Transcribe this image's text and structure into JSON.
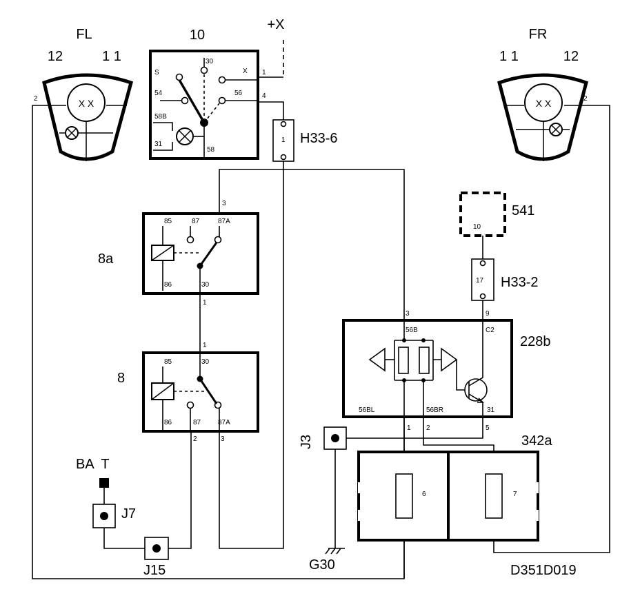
{
  "diagram": {
    "code": "D351D019",
    "supply": "+X",
    "lamps": {
      "front_left": {
        "label": "FL",
        "pin_a": "12",
        "pin_b": "1 1",
        "pin_conn": "2"
      },
      "front_right": {
        "label": "FR",
        "pin_a": "1 1",
        "pin_b": "12",
        "pin_conn": "2"
      },
      "symbol": "X X"
    },
    "switch_10": {
      "label": "10",
      "terminals": {
        "s": "S",
        "t30": "30",
        "x": "X",
        "t54": "54",
        "t56": "56",
        "t58b": "58B",
        "t31": "31",
        "t58": "58"
      },
      "pin_x": "1",
      "pin_56": "4"
    },
    "connector_h33_6": {
      "label": "H33-6",
      "pin": "1"
    },
    "relay_8a": {
      "label": "8a",
      "terminals": {
        "t85": "85",
        "t87": "87",
        "t87a": "87A",
        "t86": "86",
        "t30": "30"
      },
      "pin_top": "3",
      "pin_bottom": "1"
    },
    "relay_8": {
      "label": "8",
      "terminals": {
        "t85": "85",
        "t30": "30",
        "t86": "86",
        "t87": "87",
        "t87a": "87A"
      },
      "pin_top": "1",
      "pin_87": "2",
      "pin_87a": "3"
    },
    "module_541": {
      "label": "541",
      "pin": "10"
    },
    "connector_h33_2": {
      "label": "H33-2",
      "pin": "17"
    },
    "module_228b": {
      "label": "228b",
      "terminals": {
        "t56b": "56B",
        "c2": "C2",
        "t56bl": "56BL",
        "t56br": "56BR",
        "t31": "31"
      },
      "pin_56b": "3",
      "pin_c2": "9",
      "pin_56bl": "1",
      "pin_56br": "2",
      "pin_31": "5"
    },
    "fuse_box_342a": {
      "label": "342a",
      "fuse_a": "6",
      "fuse_b": "7"
    },
    "junction_j3": {
      "label": "J3"
    },
    "junction_j7": {
      "label": "J7"
    },
    "junction_j15": {
      "label": "J15"
    },
    "ground_g30": {
      "label": "G30"
    },
    "battery": {
      "label": "BA  T"
    }
  }
}
